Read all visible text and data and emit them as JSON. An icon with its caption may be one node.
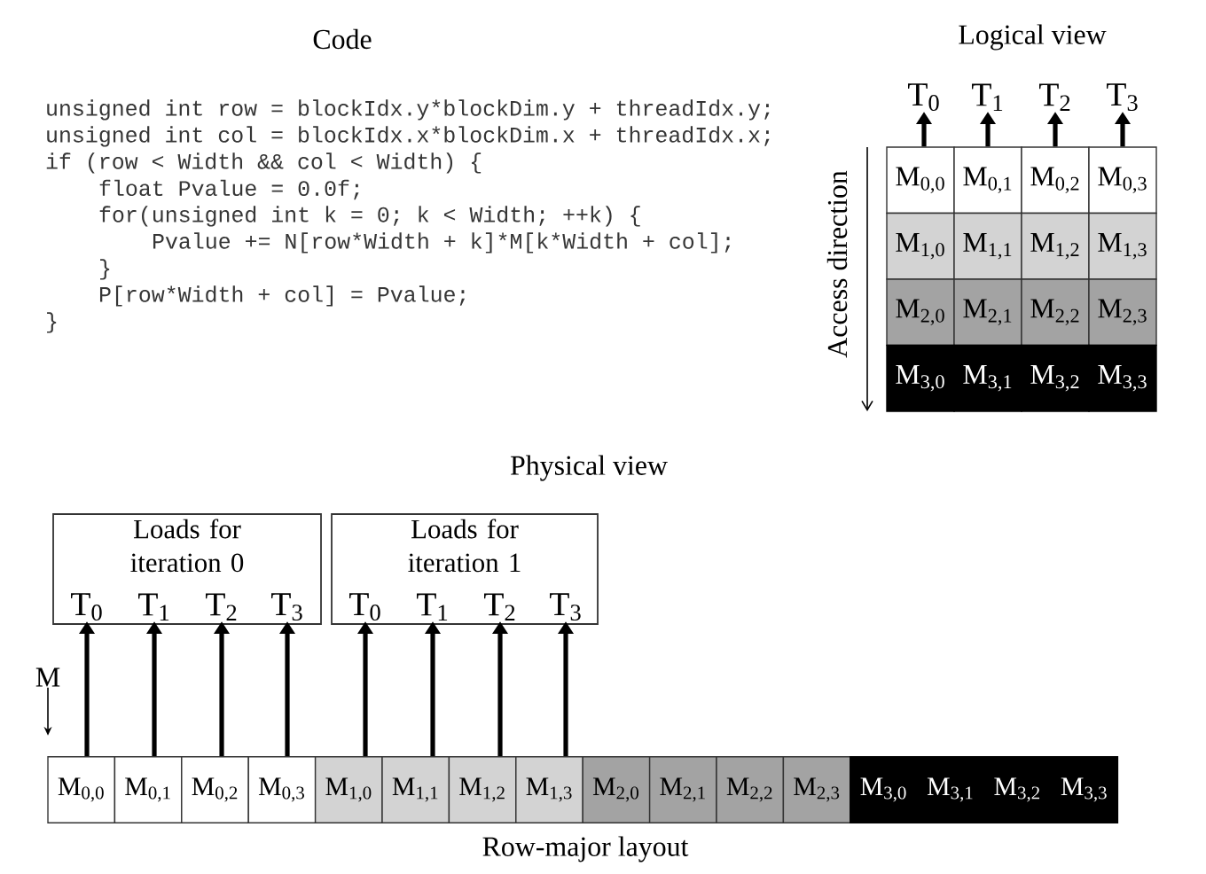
{
  "diagram": {
    "nodes": [
      {
        "text": [
          "T$_{0}$"
        ]
      },
      {
        "text": [
          "T$_{1}$"
        ]
      },
      {
        "text": [
          "T$_{2}$"
        ]
      },
      {
        "text": [
          "T$_{3}$"
        ]
      },
      {
        "text": [
          "M$_{0,0}$"
        ]
      },
      {
        "text": [
          "M$_{0,1}$"
        ]
      },
      {
        "text": [
          "M$_{0,2}$"
        ]
      },
      {
        "text": [
          "M$_{0,3}$"
        ]
      },
      {
        "text": [
          "M$_{1,0}$"
        ]
      },
      {
        "text": [
          "M$_{1,1}$"
        ]
      },
      {
        "text": [
          "M$_{1,2}$"
        ]
      },
      {
        "text": [
          "M$_{1,3}$"
        ]
      },
      {
        "text": [
          "M$_{2,0}$"
        ]
      },
      {
        "text": [
          "M$_{2,1}$"
        ]
      },
      {
        "text": [
          "M$_{2,2}$"
        ]
      },
      {
        "text": [
          "M$_{2,3}$"
        ]
      },
      {
        "text": [
          "M$_{3,0}$"
        ]
      },
      {
        "text": [
          "M$_{3,1}$"
        ]
      },
      {
        "text": [
          "M$_{3,2}$"
        ]
      },
      {
        "text": [
          "M$_{3,3}$"
        ]
      },
      {
        "text": [
          "Loads for iteration 0"
        ]
      },
      {
        "text": [
          "T$_{0}$"
        ],
        "in": 20
      },
      {
        "text": [
          "T$_{1}$"
        ],
        "in": 20
      },
      {
        "text": [
          "T$_{2}$"
        ],
        "in": 20
      },
      {
        "text": [
          "T$_{3}$"
        ],
        "in": 20
      },
      {
        "text": [
          "Loads for iteration 1"
        ]
      },
      {
        "text": [
          "T$_{0}$"
        ],
        "in": 25
      },
      {
        "text": [
          "T$_{1}$"
        ],
        "in": 25
      },
      {
        "text": [
          "T$_{2}$"
        ],
        "in": 25
      },
      {
        "text": [
          "T$_{3}$"
        ],
        "in": 25
      },
      {
        "text": [
          "M$_{0,0}$"
        ]
      },
      {
        "text": [
          "M$_{0,1}$"
        ]
      },
      {
        "text": [
          "M$_{0,2}$"
        ]
      },
      {
        "text": [
          "M$_{0,3}$"
        ]
      },
      {
        "text": [
          "M$_{1,0}$"
        ]
      },
      {
        "text": [
          "M$_{1,1}$"
        ]
      },
      {
        "text": [
          "M$_{1,2}$"
        ]
      },
      {
        "text": [
          "M$_{1,3}$"
        ]
      },
      {
        "text": [
          "M$_{2,0}$"
        ]
      },
      {
        "text": [
          "M$_{2,1}$"
        ]
      },
      {
        "text": [
          "M$_{2,2}$"
        ]
      },
      {
        "text": [
          "M$_{2,3}$"
        ]
      },
      {
        "text": [
          "M$_{3,0}$"
        ]
      },
      {
        "text": [
          "M$_{3,1}$"
        ]
      },
      {
        "text": [
          "M$_{3,2}$"
        ]
      },
      {
        "text": [
          "M$_{3,3}$"
        ]
      },
      {
        "text": [
          "M"
        ]
      }
    ],
    "edges": [
      {
        "from": 4,
        "to": 0,
        "arrow": "to"
      },
      {
        "from": 5,
        "to": 1,
        "arrow": "to"
      },
      {
        "from": 6,
        "to": 2,
        "arrow": "to"
      },
      {
        "from": 7,
        "to": 3,
        "arrow": "to"
      },
      {
        "from": 30,
        "to": 21,
        "arrow": "to"
      },
      {
        "from": 31,
        "to": 22,
        "arrow": "to"
      },
      {
        "from": 32,
        "to": 23,
        "arrow": "to"
      },
      {
        "from": 33,
        "to": 24,
        "arrow": "to"
      },
      {
        "from": 34,
        "to": 26,
        "arrow": "to"
      },
      {
        "from": 35,
        "to": 27,
        "arrow": "to"
      },
      {
        "from": 36,
        "to": 28,
        "arrow": "to"
      },
      {
        "from": 37,
        "to": 29,
        "arrow": "to"
      },
      {
        "from": 46,
        "to": null,
        "arrow": "to"
      }
    ],
    "labels": [
      "Code",
      "unsigned int row = blockIdx.y*blockDim.y + threadIdx.y;",
      "unsigned int col = blockIdx.x*blockDim.x + threadIdx.x;",
      "if (row < Width && col < Width) {",
      "float Pvalue = 0.0f;",
      "for(unsigned int k = 0; k < Width; ++k) {",
      "Pvalue += N[row*Width + k]*M[k*Width + col];",
      "}",
      "P[row*Width + col] = Pvalue;",
      "}",
      "Logical view",
      "Access direction",
      "Physical view",
      "Row-major layout"
    ]
  }
}
